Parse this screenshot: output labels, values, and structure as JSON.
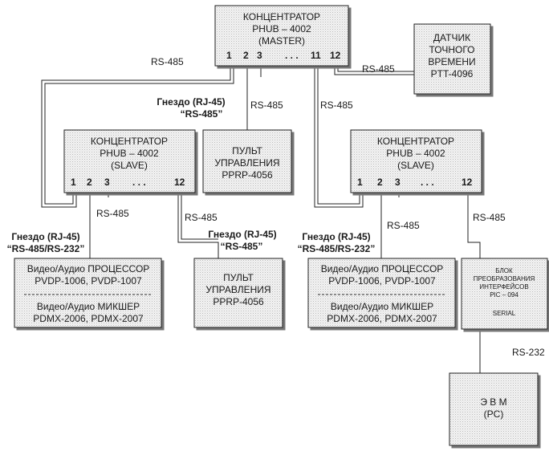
{
  "master_hub": {
    "line1": "КОНЦЕНТРАТОР",
    "line2": "PHUB – 4002",
    "line3": "(MASTER)",
    "ports": [
      "1",
      "2",
      "3",
      ". . .",
      "11",
      "12"
    ]
  },
  "slave_hub_left": {
    "line1": "КОНЦЕНТРАТОР",
    "line2": "PHUB – 4002",
    "line3": "(SLAVE)",
    "ports": [
      "1",
      "2",
      "3",
      ". . .",
      "12"
    ]
  },
  "slave_hub_right": {
    "line1": "КОНЦЕНТРАТОР",
    "line2": "PHUB – 4002",
    "line3": "(SLAVE)",
    "ports": [
      "1",
      "2",
      "3",
      ". . .",
      "12"
    ]
  },
  "time_sensor": {
    "line1": "ДАТЧИК",
    "line2": "ТОЧНОГО",
    "line3": "ВРЕМЕНИ",
    "line4": "PTT-4096"
  },
  "control_panel_center": {
    "line1": "ПУЛЬТ",
    "line2": "УПРАВЛЕНИЯ",
    "line3": "PPRP-4056"
  },
  "control_panel_left": {
    "line1": "ПУЛЬТ",
    "line2": "УПРАВЛЕНИЯ",
    "line3": "PPRP-4056"
  },
  "processor_left": {
    "line1": "Видео/Аудио ПРОЦЕССОР",
    "line2": "PVDP-1006, PVDP-1007",
    "line3": "Видео/Аудио МИКШЕР",
    "line4": "PDMX-2006, PDMX-2007"
  },
  "processor_right": {
    "line1": "Видео/Аудио ПРОЦЕССОР",
    "line2": "PVDP-1006, PVDP-1007",
    "line3": "Видео/Аудио МИКШЕР",
    "line4": "PDMX-2006, PDMX-2007"
  },
  "converter": {
    "line1": "БЛОК",
    "line2": "ПРЕОБРАЗОВАНИЯ",
    "line3": "ИНТЕРФЕЙСОВ",
    "line4": "PIC – 094",
    "line5": "SERIAL"
  },
  "computer": {
    "line1": "Э В М",
    "line2": "(PC)"
  },
  "links": {
    "rs485": "RS-485",
    "rs232": "RS-232"
  },
  "sockets": {
    "rj45_title": "Гнездо (RJ-45)",
    "rs485_quoted": "“RS-485”",
    "rs485_rs232_quoted": "“RS-485/RS-232”"
  }
}
